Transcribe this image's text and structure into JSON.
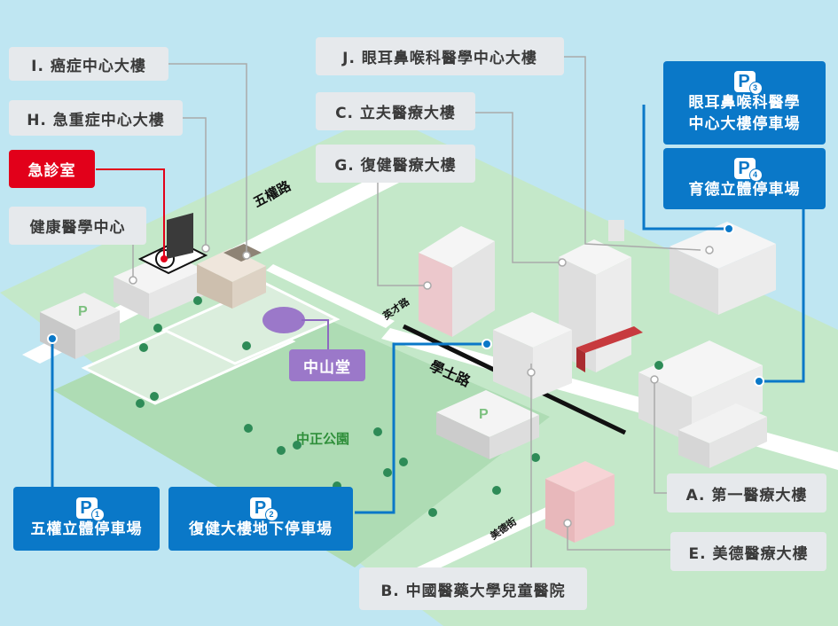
{
  "labels": {
    "I": "I.  癌症中心大樓",
    "H": "H.  急重症中心大樓",
    "emergency": "急診室",
    "health": "健康醫學中心",
    "J": "J.  眼耳鼻喉科醫學中心大樓",
    "C": "C.  立夫醫療大樓",
    "G": "G.  復健醫療大樓",
    "A": "A.  第一醫療大樓",
    "E": "E.  美德醫療大樓",
    "B": "B.  中國醫藥大學兒童醫院",
    "zhongshan": "中山堂"
  },
  "parking": {
    "p1": {
      "icon": "P",
      "num": "1",
      "name": "五權立體停車場"
    },
    "p2": {
      "icon": "P",
      "num": "2",
      "name": "復健大樓地下停車場"
    },
    "p3": {
      "icon": "P",
      "num": "3",
      "line1": "眼耳鼻喉科醫學",
      "line2": "中心大樓停車場"
    },
    "p4": {
      "icon": "P",
      "num": "4",
      "name": "育德立體停車場"
    },
    "lot_mark": "P"
  },
  "roads": {
    "wuquan": "五權路",
    "yingcai": "英才路",
    "xueshi": "學士路",
    "meide": "美德街"
  },
  "park": "中正公園",
  "colors": {
    "background": "#bfe6f2",
    "ground": "#bfe6c6",
    "park": "#a8dcaf",
    "parking_blue": "#0a78c8",
    "emergency_red": "#e2001a",
    "hall_purple": "#9b78c9"
  }
}
